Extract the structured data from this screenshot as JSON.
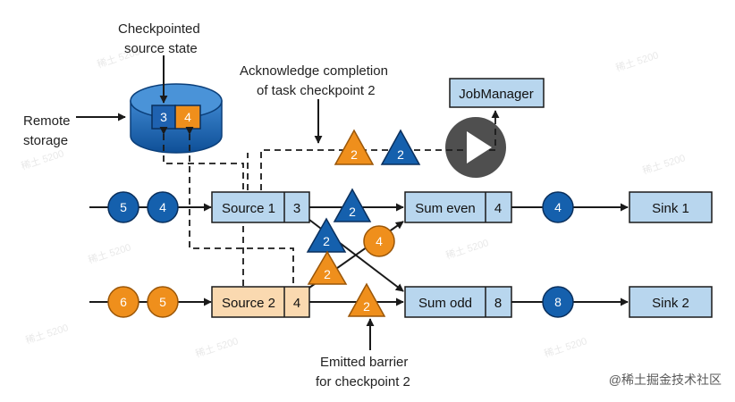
{
  "labels": {
    "checkpointed_line1": "Checkpointed",
    "checkpointed_line2": "source state",
    "ack_line1": "Acknowledge completion",
    "ack_line2": "of task checkpoint 2",
    "remote_line1": "Remote",
    "remote_line2": "storage",
    "emitted_line1": "Emitted barrier",
    "emitted_line2": "for checkpoint 2"
  },
  "storage": {
    "cells": [
      "3",
      "4"
    ]
  },
  "boxes": {
    "jobmanager": "JobManager",
    "source1": {
      "name": "Source 1",
      "value": "3"
    },
    "source2": {
      "name": "Source 2",
      "value": "4"
    },
    "sum_even": {
      "name": "Sum even",
      "value": "4"
    },
    "sum_odd": {
      "name": "Sum odd",
      "value": "8"
    },
    "sink1": "Sink 1",
    "sink2": "Sink 2"
  },
  "records": {
    "source1_in": [
      "5",
      "4"
    ],
    "source2_in": [
      "6",
      "5"
    ],
    "to_sink1": "4",
    "to_sink2": "8",
    "cross": "4"
  },
  "barriers": {
    "ack_orange": "2",
    "ack_blue": "2",
    "s1_even": "2",
    "s1_odd": "2",
    "s2_even": "2",
    "s2_odd": "2"
  },
  "watermark": "@稀土掘金技术社区",
  "faint_mark": "稀土 5200",
  "colors": {
    "blue": "#1560ad",
    "orange": "#ef8f1c",
    "box_blue": "#b8d6ee",
    "box_orange": "#fad9b0",
    "line": "#1a1a1a"
  }
}
